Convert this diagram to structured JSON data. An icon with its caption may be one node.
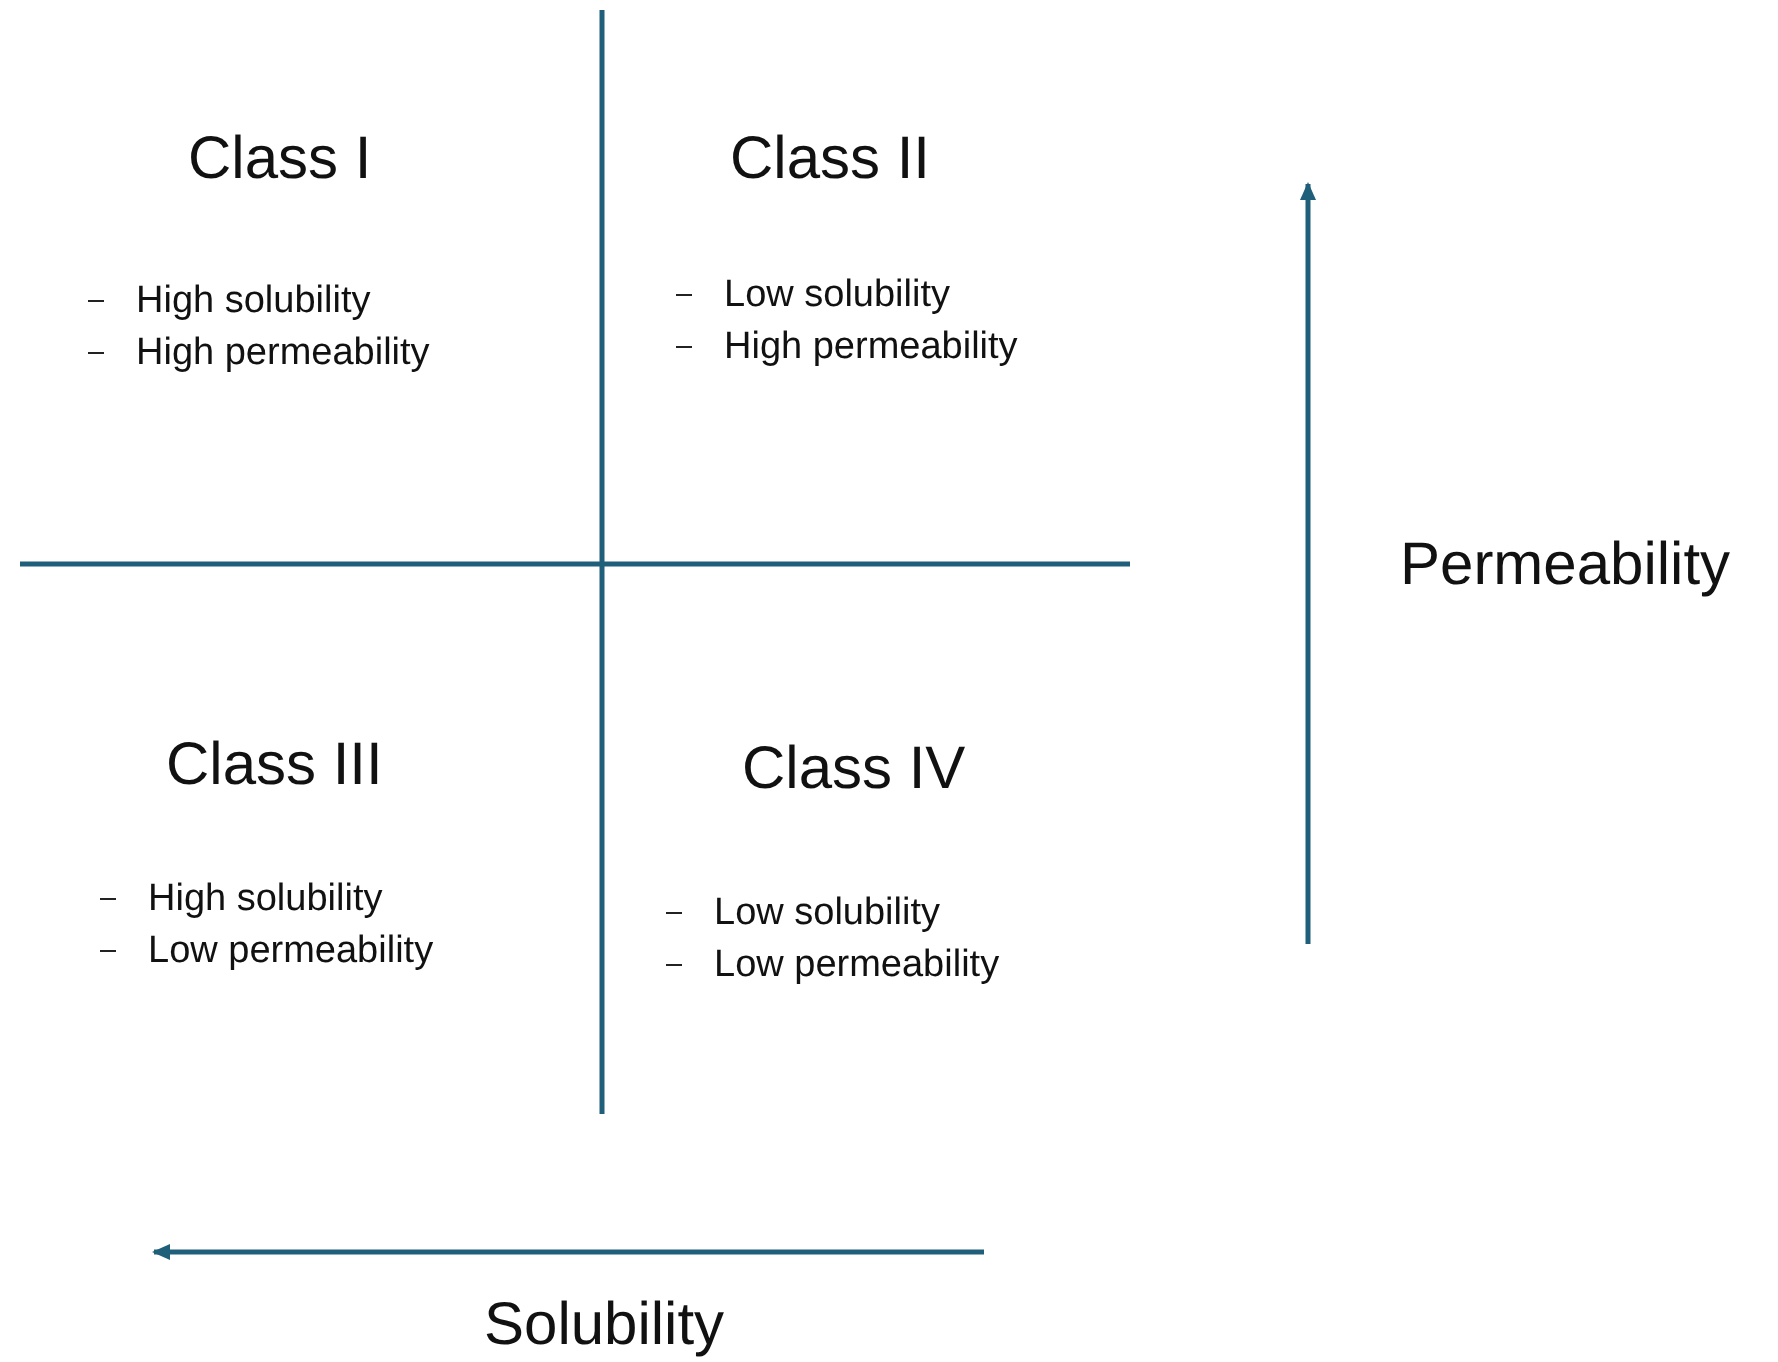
{
  "diagram": {
    "labels": [
      "Class I",
      "High solubility",
      "High permeability",
      "Class II",
      "Low solubility",
      "High permeability",
      "Permeability",
      "Class III",
      "High solubility",
      "Low permeability",
      "Class IV",
      "Low solubility",
      "Low permeability",
      "Solubility"
    ]
  }
}
